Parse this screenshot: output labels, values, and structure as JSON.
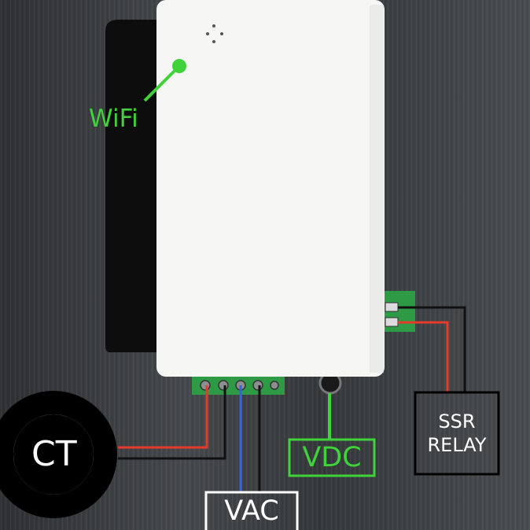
{
  "colors": {
    "background": "#3a3d40",
    "enclosure": "#f6f6f4",
    "accent_green": "#3fd23a",
    "terminal_green": "#2f9a45",
    "wire_red": "#e53b2c",
    "wire_blue": "#3b63d8",
    "wire_black": "#111111",
    "label_white": "#ffffff"
  },
  "labels": {
    "wifi": "WiFi",
    "ct": "CT",
    "vdc": "VDC",
    "ssr_line1": "SSR",
    "ssr_line2": "RELAY",
    "vac": "VAC"
  }
}
